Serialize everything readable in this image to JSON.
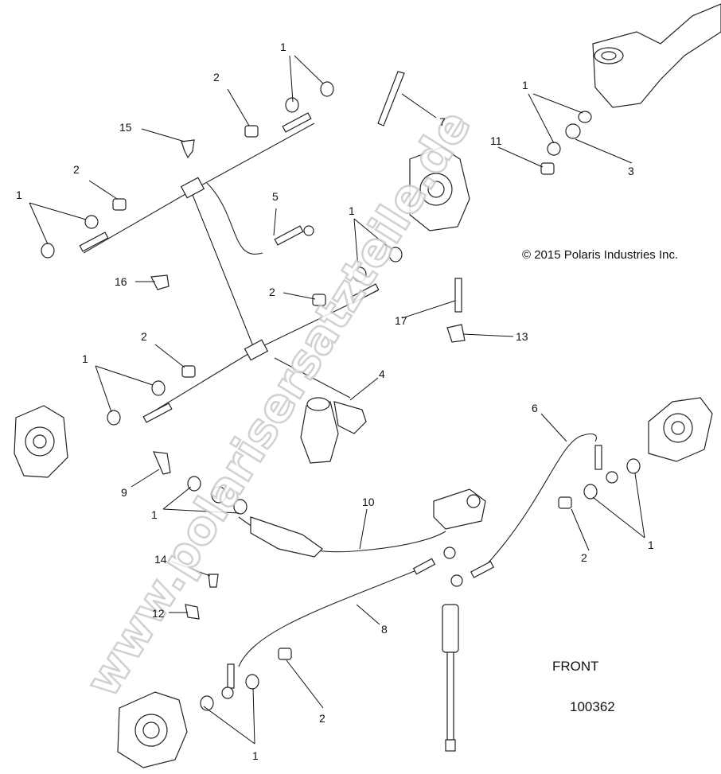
{
  "copyright": "© 2015 Polaris Industries Inc.",
  "front_label": "FRONT",
  "diagram_number": "100362",
  "watermark": "www.polarisersatzteile.de",
  "callouts": [
    "1",
    "2",
    "3",
    "4",
    "5",
    "6",
    "7",
    "8",
    "9",
    "10",
    "11",
    "12",
    "13",
    "14",
    "15",
    "16",
    "17"
  ]
}
